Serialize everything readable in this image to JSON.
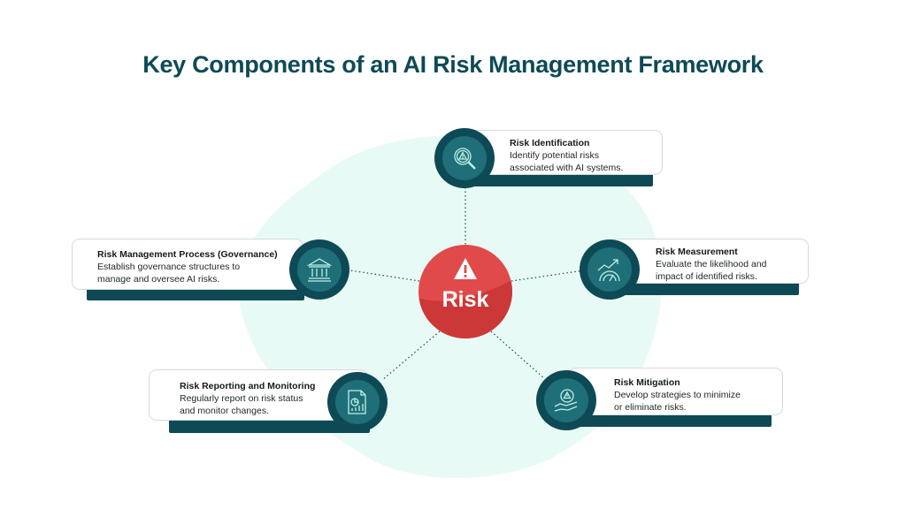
{
  "title": "Key Components of an AI Risk Management Framework",
  "center": {
    "label": "Risk",
    "icon": "warning-icon"
  },
  "colors": {
    "title": "#0e4a56",
    "card_shadow": "#0e4a56",
    "icon_circle": "#0e4a56",
    "center": "#e04a4a",
    "blob": "#e8faf5"
  },
  "components": [
    {
      "name": "Risk Identification",
      "description": "Identify potential risks associated with AI systems.",
      "icon": "magnifier-warning-icon"
    },
    {
      "name": "Risk Measurement",
      "description": "Evaluate the likelihood and impact of identified risks.",
      "icon": "gauge-trend-icon"
    },
    {
      "name": "Risk Mitigation",
      "description": "Develop strategies to minimize or eliminate risks.",
      "icon": "hand-gear-warning-icon"
    },
    {
      "name": "Risk Reporting and Monitoring",
      "description": "Regularly report on risk status and monitor changes.",
      "icon": "report-chart-icon"
    },
    {
      "name": "Risk Management Process (Governance)",
      "description": "Establish governance structures to manage and oversee AI risks.",
      "icon": "bank-building-icon"
    }
  ]
}
